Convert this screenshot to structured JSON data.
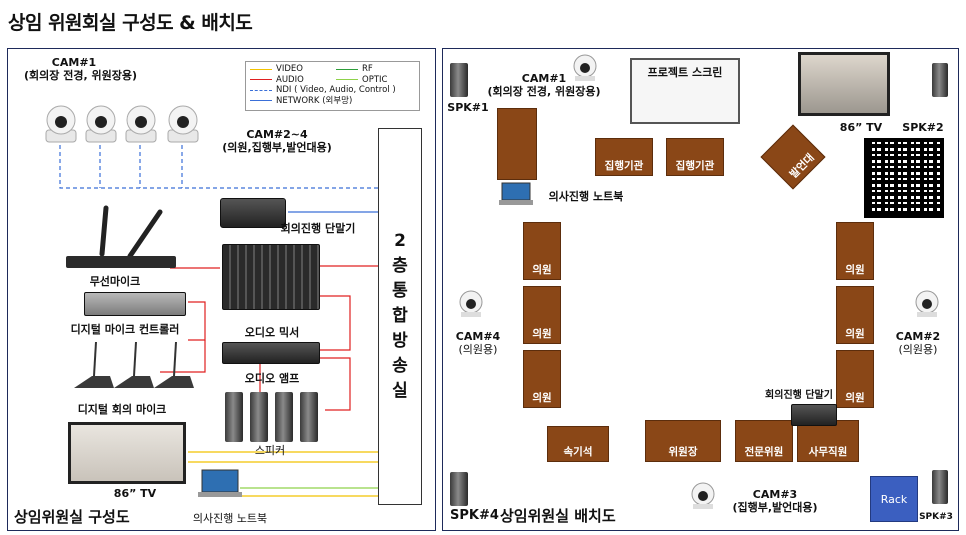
{
  "title": "상임 위원회실 구성도 & 배치도",
  "left_panel": {
    "cam1": {
      "name": "CAM#1",
      "desc": "(회의장 전경, 위원장용)"
    },
    "cam24": {
      "name": "CAM#2~4",
      "desc": "(의원,집행부,발언대용)"
    },
    "legend": [
      {
        "label": "VIDEO",
        "color": "#f2c200",
        "style": "solid"
      },
      {
        "label": "RF",
        "color": "#2e9e3a",
        "style": "solid"
      },
      {
        "label": "AUDIO",
        "color": "#e02020",
        "style": "solid"
      },
      {
        "label": "OPTIC",
        "color": "#8fd24a",
        "style": "solid"
      },
      {
        "label": "NDI ( Video, Audio, Control )",
        "color": "#3a6fd8",
        "style": "dashed"
      },
      {
        "label": "NETWORK (외부망)",
        "color": "#3a6fd8",
        "style": "solid"
      }
    ],
    "terminal": "회의진행 단말기",
    "wireless_mic": "무선마이크",
    "mic_controller": "디지털 마이크 컨트롤러",
    "audio_mixer": "오디오 믹서",
    "audio_amp": "오디오 앰프",
    "conf_mic": "디지털 회의 마이크",
    "speaker": "스피커",
    "tv": "86” TV",
    "notebook": "의사진행 노트북",
    "broadcast_room": [
      "2",
      "층",
      "통",
      "합",
      "방",
      "송",
      "실"
    ],
    "caption": "상임위원실 구성도"
  },
  "right_panel": {
    "cam1": {
      "name": "CAM#1",
      "desc": "(회의장 전경, 위원장용)"
    },
    "cam2": {
      "name": "CAM#2",
      "desc": "(의원용)"
    },
    "cam3": {
      "name": "CAM#3",
      "desc": "(집행부,발언대용)"
    },
    "cam4": {
      "name": "CAM#4",
      "desc": "(의원용)"
    },
    "spk1": "SPK#1",
    "spk2": "SPK#2",
    "spk3": "SPK#3",
    "spk4": "SPK#4",
    "screen": "프로젝트 스크린",
    "tv": "86” TV",
    "notebook": "의사진행 노트북",
    "terminal": "회의진행 단말기",
    "rack": "Rack",
    "caption": "상임위원실 배치도",
    "desks": {
      "exec1": "집행기관",
      "exec2": "집행기관",
      "podium": "발언대",
      "member": "의원",
      "stenographer": "속기석",
      "chair": "위원장",
      "expert": "전문위원",
      "clerk": "사무직원"
    }
  }
}
